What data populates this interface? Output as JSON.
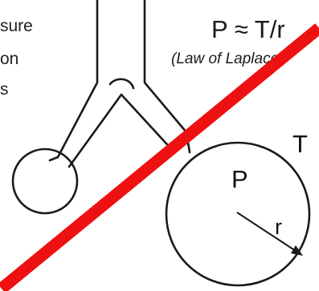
{
  "left_text": {
    "line1": "sure",
    "line2": "on",
    "line3": "s"
  },
  "formula": {
    "text": "P ≈ T/r",
    "caption": "(Law of Laplace)"
  },
  "labels": {
    "tension": "T",
    "pressure": "P",
    "radius": "r"
  },
  "colors": {
    "strike": "#ee1111",
    "line": "#1a1a1a"
  }
}
